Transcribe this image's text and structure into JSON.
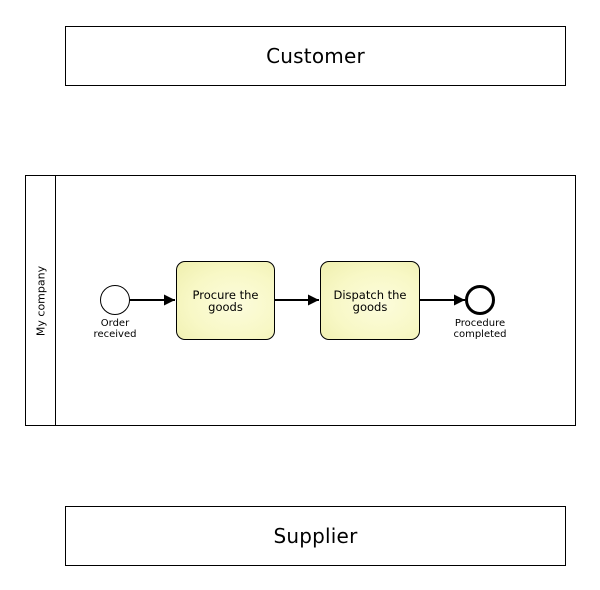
{
  "pools": {
    "customer": {
      "label": "Customer"
    },
    "company": {
      "label": "My company"
    },
    "supplier": {
      "label": "Supplier"
    }
  },
  "process": {
    "start_event": {
      "label": "Order\nreceived"
    },
    "tasks": [
      {
        "label": "Procure the goods"
      },
      {
        "label": "Dispatch the goods"
      }
    ],
    "end_event": {
      "label": "Procedure\ncompleted"
    }
  }
}
